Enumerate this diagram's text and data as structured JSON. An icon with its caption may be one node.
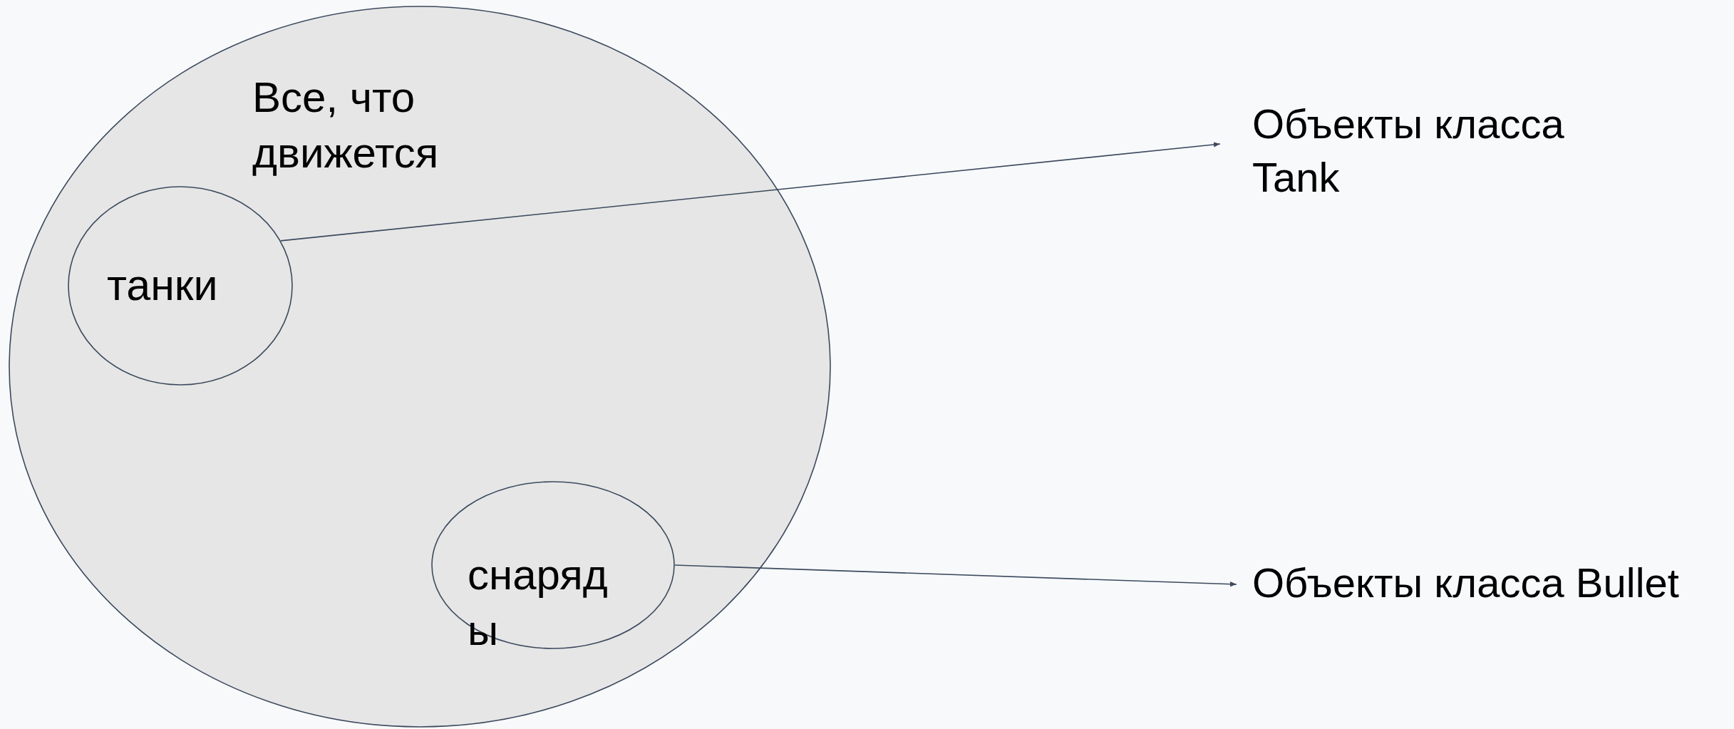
{
  "diagram": {
    "nodes": [
      {
        "text": [
          "Все, что движется"
        ]
      },
      {
        "text": [
          "танки"
        ],
        "in": 0
      },
      {
        "text": [
          "снаряды"
        ],
        "in": 0
      },
      {
        "text": [
          "Объекты класса Tank"
        ]
      },
      {
        "text": [
          "Объекты класса Bullet"
        ]
      }
    ],
    "edges": [
      {
        "from": 1,
        "to": 3,
        "arrow": "to"
      },
      {
        "from": 2,
        "to": 4,
        "arrow": "to"
      }
    ]
  }
}
